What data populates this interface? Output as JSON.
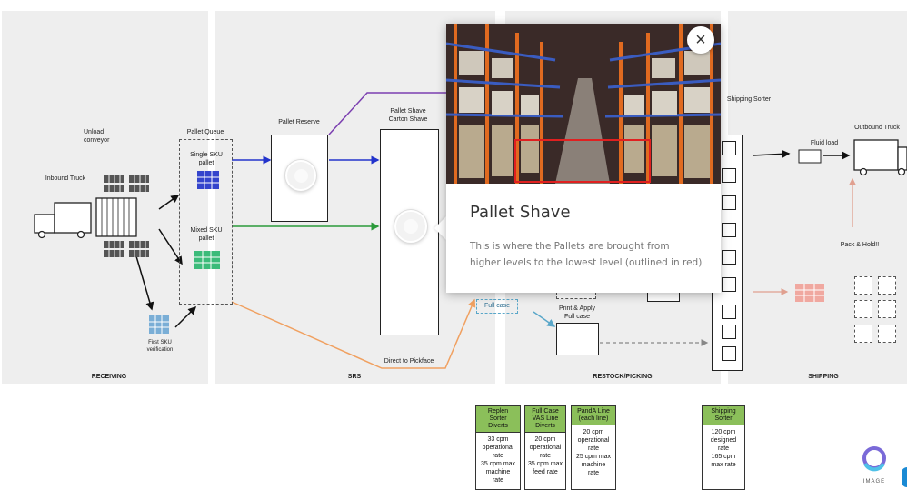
{
  "zones": {
    "receiving": "RECEIVING",
    "srs": "SRS",
    "restock": "RESTOCK/PICKING",
    "shipping": "SHIPPING"
  },
  "labels": {
    "unload_conveyor": "Unload\nconveyor",
    "inbound_truck": "Inbound Truck",
    "pallet_queue": "Pallet Queue",
    "single_sku": "Single SKU\npallet",
    "mixed_sku": "Mixed SKU\npallet",
    "first_sku": "First SKU\nverification",
    "pallet_reserve": "Pallet Reserve",
    "pallet_shave": "Pallet Shave\nCarton Shave",
    "direct_pickface": "Direct to Pickface",
    "full_case": "Full case",
    "print_apply": "Print & Apply\nFull case",
    "shipping_sorter": "Shipping Sorter",
    "outbound_truck": "Outbound Truck",
    "fluid_load": "Fluid load",
    "pack_hold": "Pack & Hold!!"
  },
  "popup": {
    "title": "Pallet Shave",
    "description": "This is where the Pallets are brought from higher levels to the lowest level (outlined in red)",
    "close_glyph": "×"
  },
  "tables": [
    {
      "head": "Replen\nSorter\nDiverts",
      "body": "33 cpm\noperational\nrate\n35 cpm max\nmachine\nrate"
    },
    {
      "head": "Full Case\nVAS Line\nDiverts",
      "body": "20 cpm\noperational\nrate\n35 cpm max\nfeed rate"
    },
    {
      "head": "PandA Line\n(each line)",
      "body": "20 cpm\noperational\nrate\n25 cpm max\nmachine\nrate"
    },
    {
      "head": "Shipping\nSorter",
      "body": "120 cpm\ndesigned\nrate\n165 cpm\nmax  rate"
    }
  ],
  "logo": {
    "text": "IMAGE"
  },
  "colors": {
    "blue_flow": "#2233cc",
    "green_flow": "#2a9a3a",
    "purple_flow": "#7b3fb0",
    "orange_flow": "#f0a060",
    "teal_flow": "#5aa7c9",
    "table_head": "#8bbf5a"
  }
}
